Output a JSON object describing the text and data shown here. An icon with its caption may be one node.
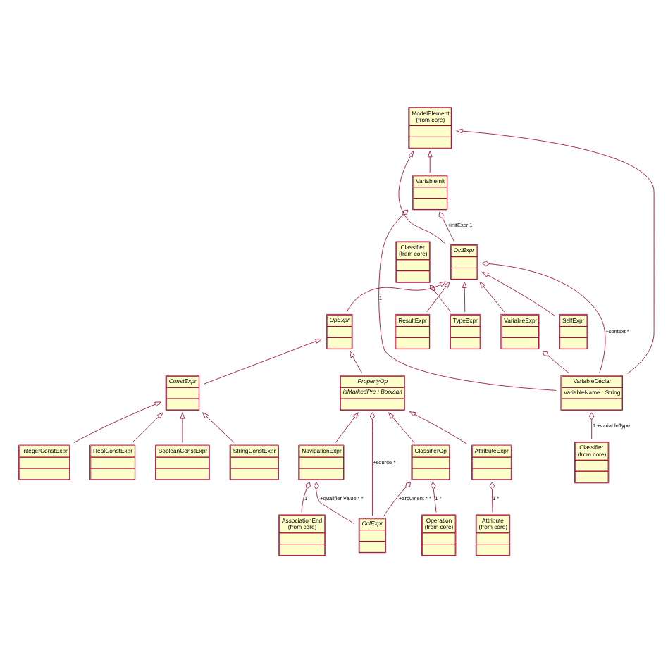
{
  "diagram": {
    "nodes": [
      {
        "text": [
          "OclExpr"
        ]
      },
      {
        "text": [
          "ModelElement",
          "(from core)"
        ]
      },
      {
        "text": [
          "SelfExpr"
        ]
      },
      {
        "text": [
          "TypeExpr"
        ]
      },
      {
        "text": [
          "ResultExpr"
        ]
      },
      {
        "text": [
          "OpExpr"
        ]
      },
      {
        "text": [
          "VariableExpr"
        ]
      },
      {
        "text": [
          "VariableDeclar",
          "variableName : String"
        ]
      },
      {
        "text": [
          "VariableInit"
        ]
      },
      {
        "text": [
          "Classifier",
          "(from core)"
        ]
      },
      {
        "text": [
          "Classifier",
          "(from core)"
        ]
      },
      {
        "text": [
          "PropertyOp",
          "isMarkedPre : Boolean"
        ]
      },
      {
        "text": [
          "ConstExpr"
        ]
      },
      {
        "text": [
          "AttributeExpr"
        ]
      },
      {
        "text": [
          "NavigationExpr"
        ]
      },
      {
        "text": [
          "ClassifierOp"
        ]
      },
      {
        "text": [
          "StringConstExpr"
        ]
      },
      {
        "text": [
          "IntegerConstExpr"
        ]
      },
      {
        "text": [
          "Attribute",
          "(from core)"
        ]
      },
      {
        "text": [
          "AssociationEnd",
          "(from core)"
        ]
      },
      {
        "text": [
          "Operation",
          "(from core)"
        ]
      },
      {
        "text": [
          "RealConstExpr"
        ]
      },
      {
        "text": [
          "BooleanConstExpr"
        ]
      },
      {
        "text": [
          "OclExpr"
        ]
      }
    ],
    "edges": [
      {
        "from": 2,
        "to": 0,
        "arrow": "to"
      },
      {
        "from": 3,
        "to": 0,
        "arrow": "to"
      },
      {
        "from": 4,
        "to": 0,
        "arrow": "to"
      },
      {
        "from": 5,
        "to": 0,
        "arrow": "to"
      },
      {
        "from": 6,
        "to": 0,
        "arrow": "to"
      },
      {
        "from": 0,
        "to": 1,
        "arrow": "to"
      },
      {
        "from": 7,
        "to": 1,
        "arrow": "to"
      },
      {
        "from": 8,
        "to": 1,
        "arrow": "to"
      },
      {
        "from": 0,
        "to": 8,
        "arrow": "other",
        "label": "+initExpr 1"
      },
      {
        "from": 7,
        "to": 0,
        "arrow": "other",
        "label": "+context *"
      },
      {
        "from": 7,
        "to": 6,
        "arrow": "other"
      },
      {
        "from": 7,
        "to": 8,
        "arrow": "other",
        "label": "1"
      },
      {
        "from": 10,
        "to": 7,
        "arrow": "other",
        "label": "1 +variableType"
      },
      {
        "from": 3,
        "to": 9,
        "arrow": "other"
      },
      {
        "from": 11,
        "to": 5,
        "arrow": "to"
      },
      {
        "from": 12,
        "to": 5,
        "arrow": "to"
      },
      {
        "from": 13,
        "to": 11,
        "arrow": "to"
      },
      {
        "from": 14,
        "to": 11,
        "arrow": "to"
      },
      {
        "from": 15,
        "to": 11,
        "arrow": "to"
      },
      {
        "from": 16,
        "to": 12,
        "arrow": "to"
      },
      {
        "from": 17,
        "to": 12,
        "arrow": "to"
      },
      {
        "from": 21,
        "to": 12,
        "arrow": "to"
      },
      {
        "from": 22,
        "to": 12,
        "arrow": "to"
      },
      {
        "from": 18,
        "to": 13,
        "arrow": "other",
        "label": "1 *"
      },
      {
        "from": 19,
        "to": 14,
        "arrow": "other",
        "label": "1"
      },
      {
        "from": 23,
        "to": 14,
        "arrow": "other",
        "label": "+qualifier Value * *"
      },
      {
        "from": 20,
        "to": 15,
        "arrow": "other",
        "label": "1 *"
      },
      {
        "from": 23,
        "to": 15,
        "arrow": "other",
        "label": "+argument * *"
      },
      {
        "from": 23,
        "to": 11,
        "arrow": "other",
        "label": "+source *"
      }
    ]
  }
}
